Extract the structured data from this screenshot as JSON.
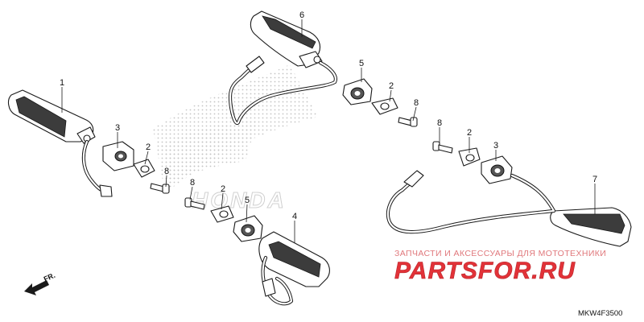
{
  "diagram": {
    "callouts": {
      "c1": "1",
      "c6": "6",
      "c5a": "5",
      "c2a": "2",
      "c8a": "8",
      "c3a": "3",
      "c2b": "2",
      "c8b": "8",
      "c8c": "8",
      "c2c": "2",
      "c3b": "3",
      "c7": "7",
      "c8d": "8",
      "c2d": "2",
      "c5b": "5",
      "c4": "4"
    },
    "direction_label": "FR.",
    "diagram_code": "MKW4F3500"
  },
  "watermark": {
    "caption": "ЗАПЧАСТИ И АКСЕССУАРЫ ДЛЯ МОТОТЕХНИКИ",
    "logo": "PARTSFOR.RU",
    "brand": "HONDA"
  },
  "colors": {
    "ink": "#1a1a1a",
    "watermark_red": "#e23238",
    "watermark_gray": "#c8c8c8"
  }
}
